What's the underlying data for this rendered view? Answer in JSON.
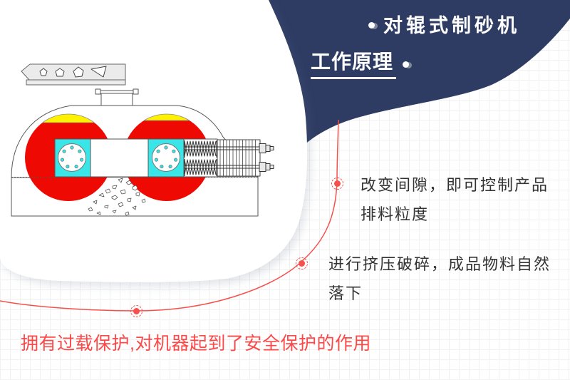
{
  "header": {
    "title": "对辊式制砂机",
    "subtitle": "工作原理"
  },
  "points": [
    {
      "line1": "改变间隙，即可控制产品",
      "line2": "排料粒度"
    },
    {
      "line1": "进行挤压破碎，成品物料自然",
      "line2": "落下"
    }
  ],
  "footer": {
    "note": "拥有过载保护,对机器起到了安全保护的作用"
  },
  "colors": {
    "navy": "#2e3c64",
    "accent_red": "#f5504c",
    "footer_red": "#fb4848",
    "text_dark": "#333333",
    "roller_red": "#ee0902",
    "bearing_cyan": "#3ae5e8",
    "highlight_yellow": "#fef200",
    "outline_gray": "#555555",
    "plate_gray": "#ebebeb",
    "grid_line": "#f1f1f1"
  }
}
